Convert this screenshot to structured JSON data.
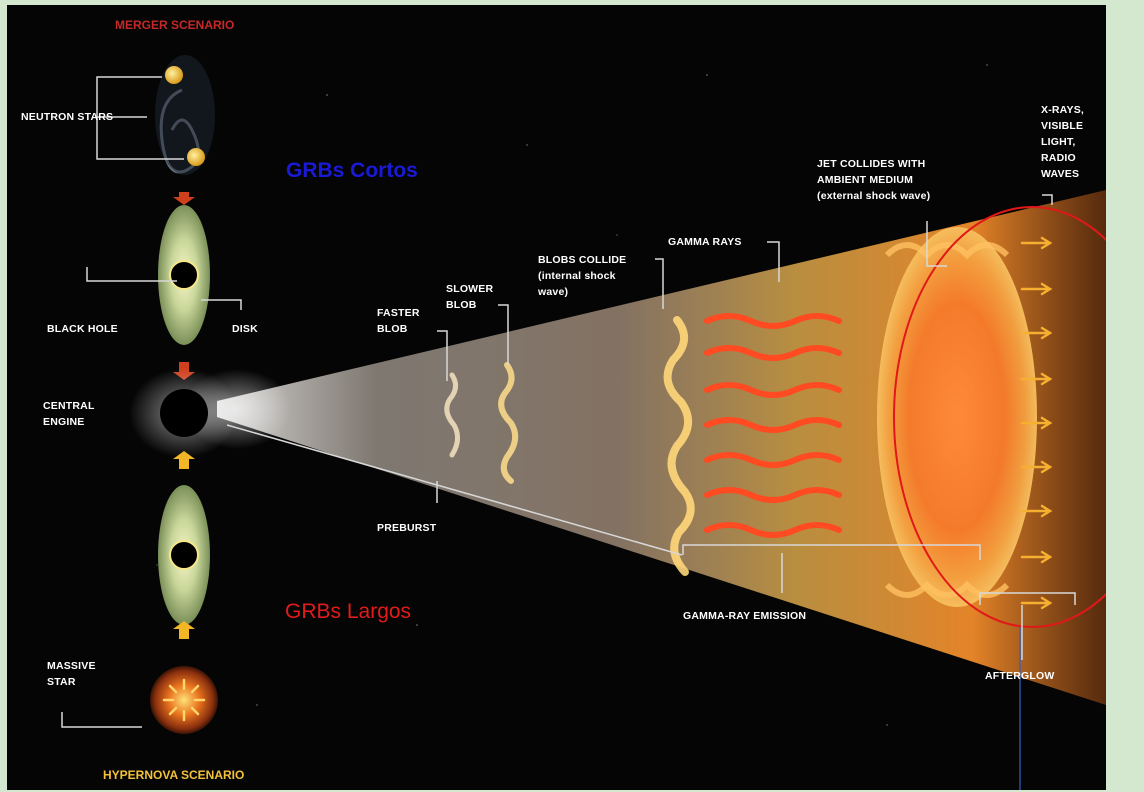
{
  "scenarios": {
    "merger": "MERGER SCENARIO",
    "hypernova": "HYPERNOVA SCENARIO"
  },
  "annotations": {
    "short_grbs": "GRBs Cortos",
    "long_grbs": "GRBs Largos"
  },
  "labels": {
    "neutron_stars": "NEUTRON STARS",
    "black_hole": "BLACK HOLE",
    "disk": "DISK",
    "central_engine": [
      "CENTRAL",
      "ENGINE"
    ],
    "massive_star": [
      "MASSIVE",
      "STAR"
    ],
    "faster_blob": [
      "FASTER",
      "BLOB"
    ],
    "slower_blob": [
      "SLOWER",
      "BLOB"
    ],
    "blobs_collide": [
      "BLOBS COLLIDE",
      "(internal shock",
      "wave)"
    ],
    "gamma_rays": "GAMMA RAYS",
    "jet_collides": [
      "JET COLLIDES WITH",
      "AMBIENT MEDIUM",
      "(external shock wave)"
    ],
    "xrays": [
      "X-RAYS,",
      "VISIBLE",
      "LIGHT,",
      "RADIO",
      "WAVES"
    ],
    "preburst": "PREBURST",
    "gamma_ray_emission": "GAMMA-RAY EMISSION",
    "afterglow": "AFTERGLOW"
  },
  "colors": {
    "background": "#050505",
    "frame": "#d4e8d0",
    "scenario_merger": "#c62828",
    "scenario_hypernova": "#f3c13a",
    "short_grbs": "#1a1ad6",
    "long_grbs": "#e21b1b",
    "highlight_ellipse": "#e01818"
  }
}
